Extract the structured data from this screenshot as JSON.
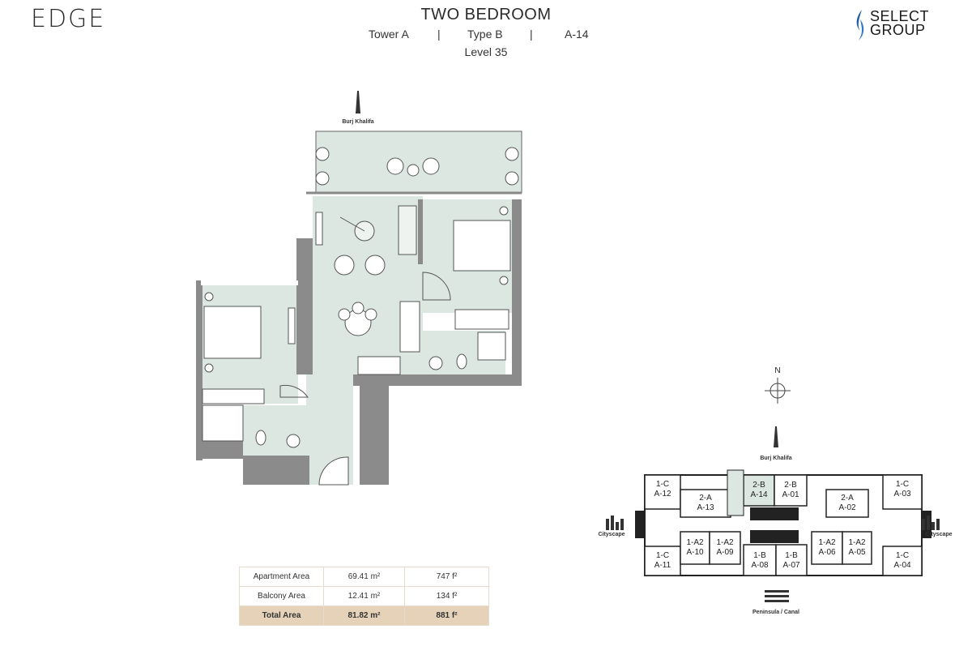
{
  "header": {
    "brand": "EDGE",
    "developer_line1": "SELECT",
    "developer_line2": "GROUP",
    "title": "TWO BEDROOM",
    "tower": "Tower A",
    "type": "Type B",
    "unit": "A-14",
    "sep": "|",
    "level": "Level 35"
  },
  "plan": {
    "landmark": "Burj Khalifa"
  },
  "areas": {
    "rows": [
      {
        "label": "Apartment Area",
        "m2": "69.41",
        "ft2": "747"
      },
      {
        "label": "Balcony Area",
        "m2": "12.41",
        "ft2": "134"
      },
      {
        "label": "Total Area",
        "m2": "81.82",
        "ft2": "881"
      }
    ],
    "unit_m2": "m²",
    "unit_ft2": "f²"
  },
  "keyplan": {
    "north": "N",
    "top_label": "Burj Khalifa",
    "left_label": "Cityscape",
    "right_label": "Cityscape",
    "bottom_label": "Peninsula / Canal",
    "units": [
      {
        "type": "1-C",
        "id": "A-12"
      },
      {
        "type": "2-A",
        "id": "A-13"
      },
      {
        "type": "2-B",
        "id": "A-14"
      },
      {
        "type": "2-B",
        "id": "A-01"
      },
      {
        "type": "2-A",
        "id": "A-02"
      },
      {
        "type": "1-C",
        "id": "A-03"
      },
      {
        "type": "1-C",
        "id": "A-11"
      },
      {
        "type": "1-A2",
        "id": "A-10"
      },
      {
        "type": "1-A2",
        "id": "A-09"
      },
      {
        "type": "1-B",
        "id": "A-08"
      },
      {
        "type": "1-B",
        "id": "A-07"
      },
      {
        "type": "1-A2",
        "id": "A-06"
      },
      {
        "type": "1-A2",
        "id": "A-05"
      },
      {
        "type": "1-C",
        "id": "A-04"
      }
    ]
  },
  "colors": {
    "interior": "#dce7e1",
    "wall": "#8b8b8b",
    "total_row": "#e6d2b8",
    "accent": "#d9622b"
  }
}
